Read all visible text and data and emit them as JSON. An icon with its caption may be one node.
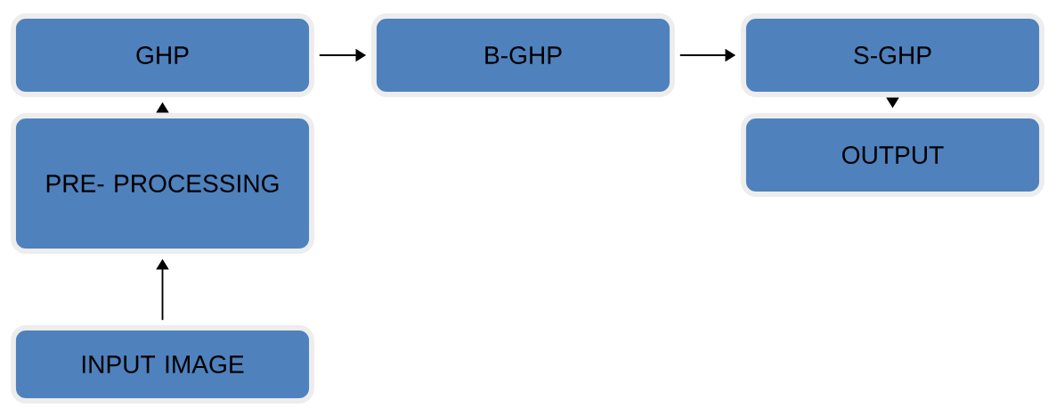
{
  "diagram": {
    "nodes": [
      {
        "text": [
          "GHP"
        ]
      },
      {
        "text": [
          "PRE- PROCESSING"
        ]
      },
      {
        "text": [
          "INPUT IMAGE"
        ]
      },
      {
        "text": [
          "B-GHP"
        ]
      },
      {
        "text": [
          "S-GHP"
        ]
      },
      {
        "text": [
          "OUTPUT"
        ]
      }
    ],
    "edges": [
      {
        "from": 2,
        "to": 1,
        "arrow": "to"
      },
      {
        "from": 1,
        "to": 0,
        "arrow": "to"
      },
      {
        "from": 0,
        "to": 3,
        "arrow": "to"
      },
      {
        "from": 3,
        "to": 4,
        "arrow": "to"
      },
      {
        "from": 4,
        "to": 5,
        "arrow": "to"
      }
    ]
  }
}
